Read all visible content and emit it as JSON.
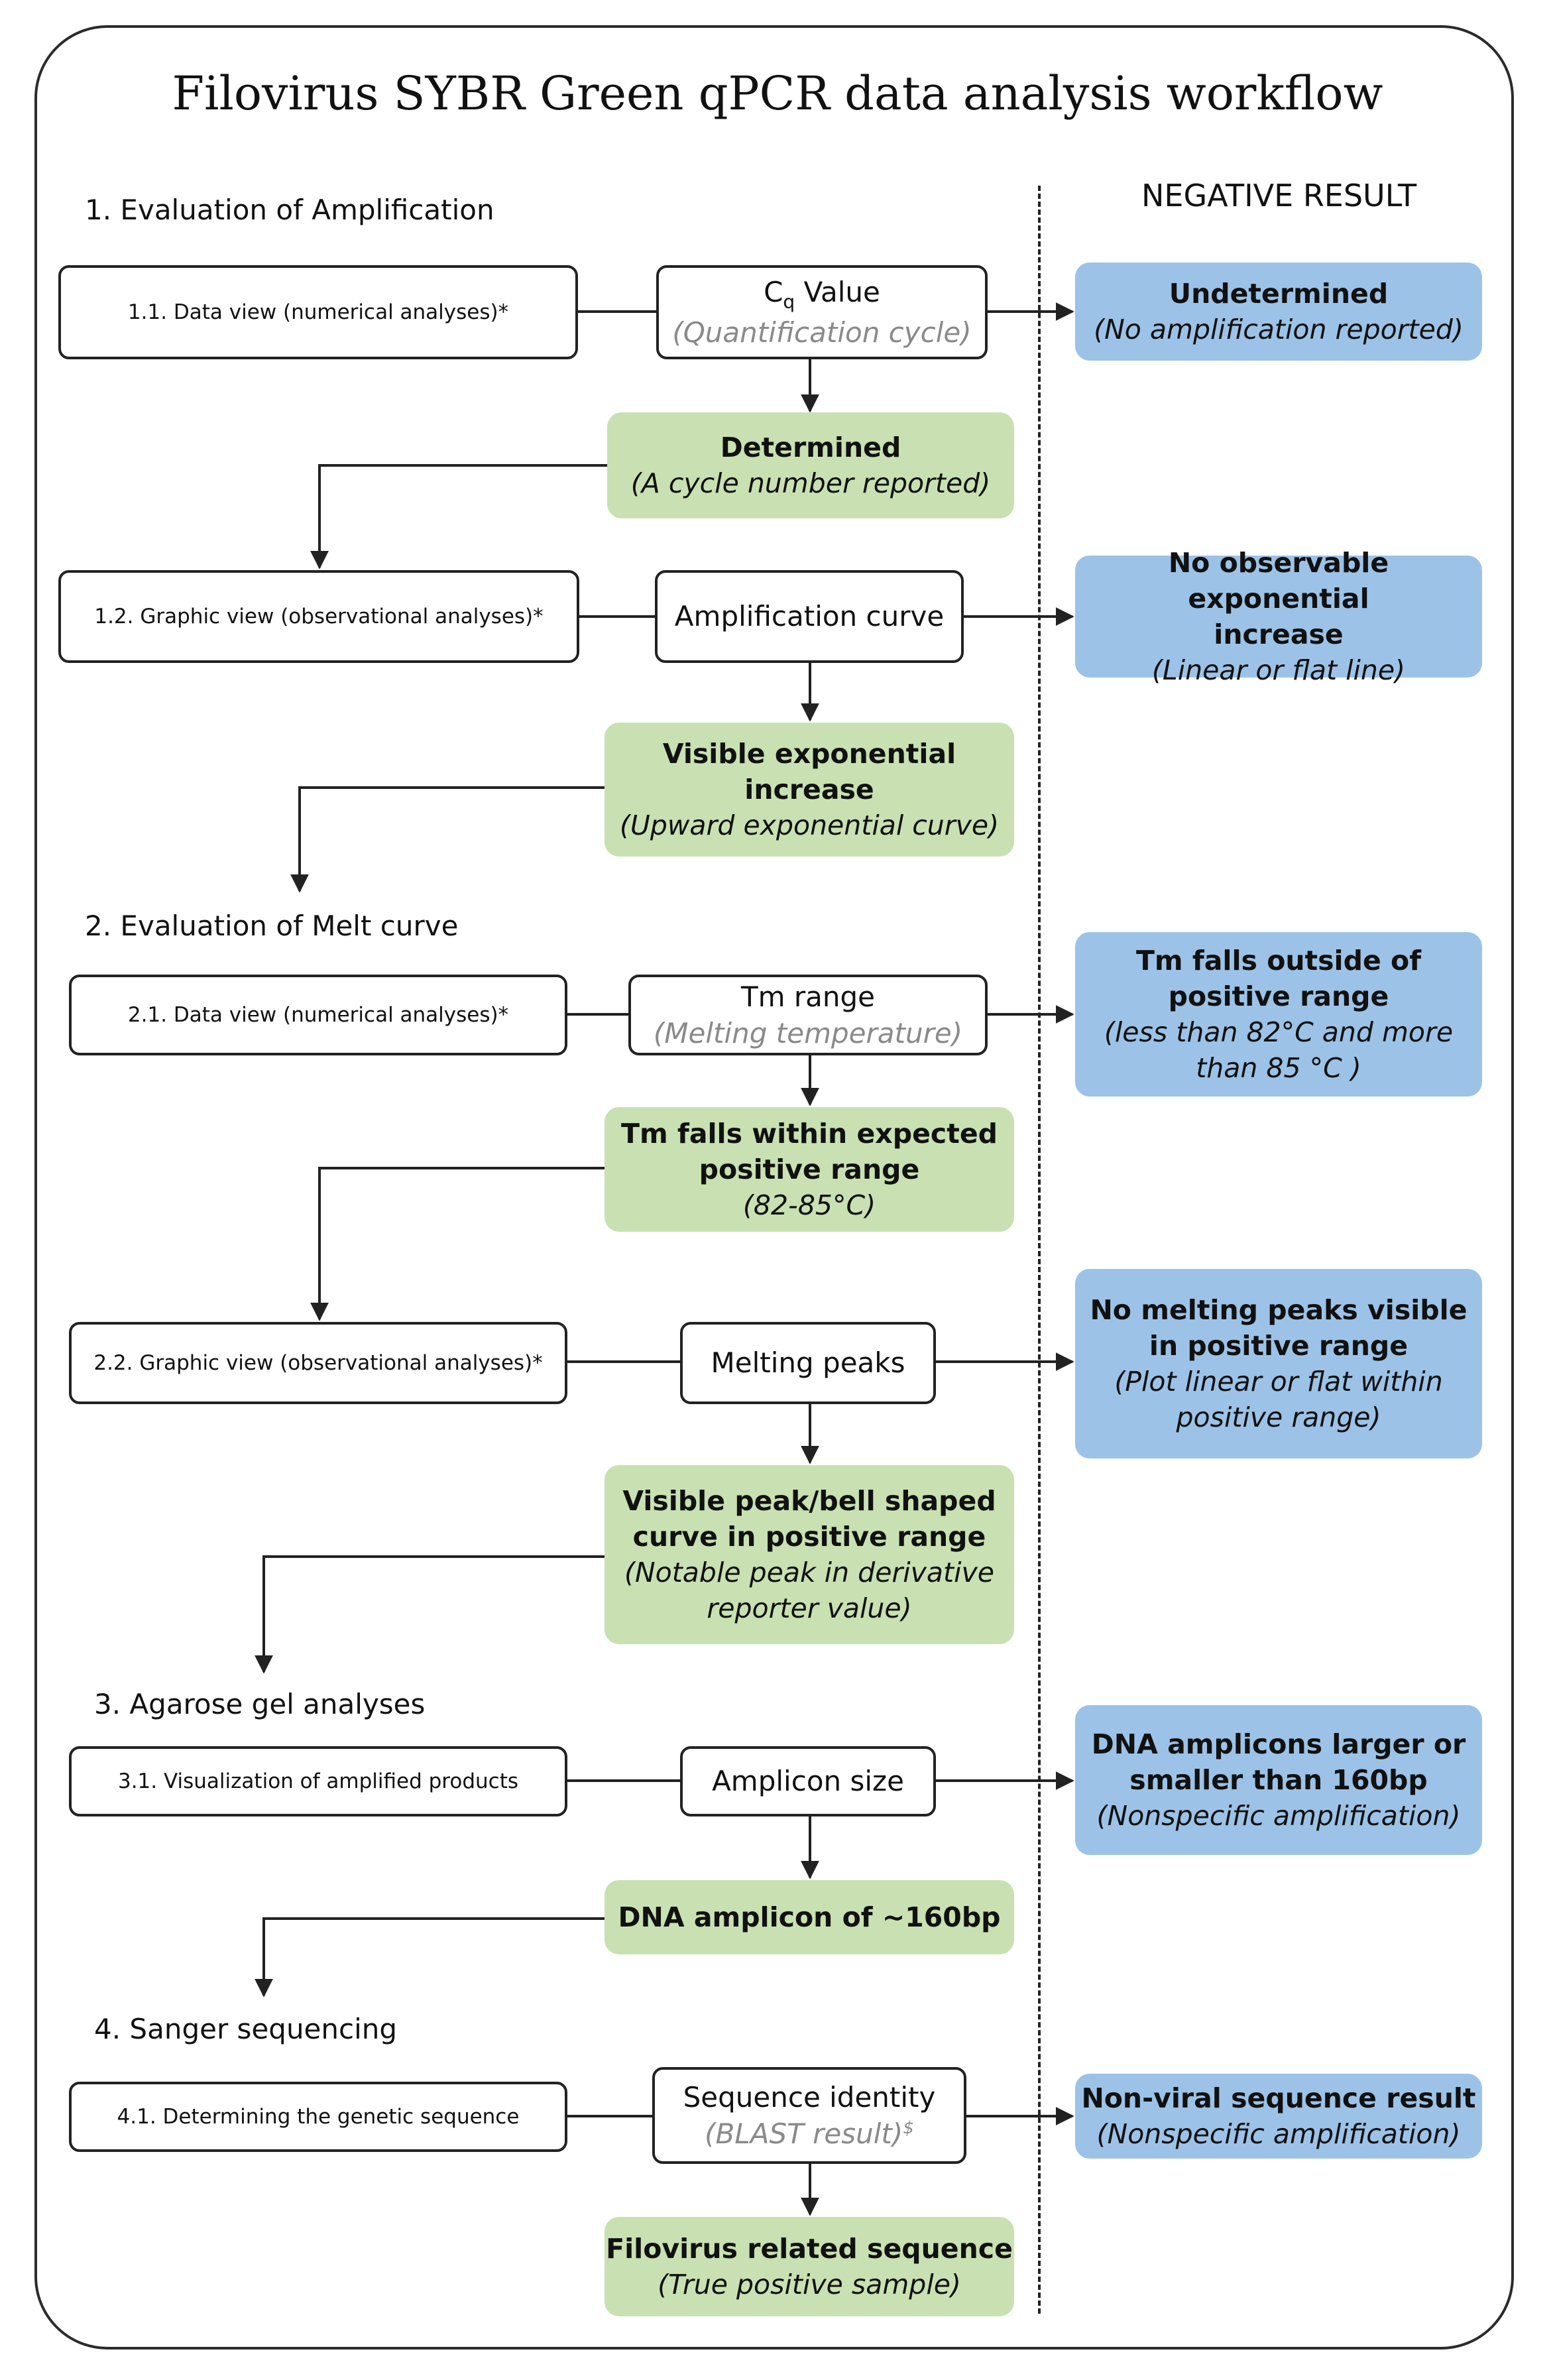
{
  "title": "Filovirus SYBR Green qPCR data analysis workflow",
  "negative_header": "NEGATIVE RESULT",
  "sections": {
    "s1": "1. Evaluation of Amplification",
    "s2": "2. Evaluation of Melt curve",
    "s3": "3. Agarose gel analyses",
    "s4": "4. Sanger sequencing"
  },
  "steps": {
    "s1_1": "1.1. Data view (numerical analyses)*",
    "s1_2": "1.2. Graphic view (observational analyses)*",
    "s2_1": "2.1. Data view (numerical analyses)*",
    "s2_2": "2.2. Graphic view (observational analyses)*",
    "s3_1": "3.1. Visualization of amplified products",
    "s4_1": "4.1. Determining the genetic sequence"
  },
  "checks": {
    "cq_main": "C",
    "cq_sub": "q",
    "cq_rest": " Value",
    "cq_sub2": "(Quantification cycle)",
    "amp_curve": "Amplification curve",
    "tm_range": "Tm range",
    "tm_sub": "(Melting temperature)",
    "melt_peaks": "Melting peaks",
    "amplicon_size": "Amplicon size",
    "seq_identity": "Sequence identity",
    "seq_sub": "(BLAST result)",
    "seq_sup": "$"
  },
  "positive": {
    "p1_l1": "Determined",
    "p1_l2": "(A cycle number reported)",
    "p2_l1": "Visible exponential",
    "p2_l2": "increase",
    "p2_l3": "(Upward exponential curve)",
    "p3_l1": "Tm falls within expected",
    "p3_l2": "positive range",
    "p3_l3": "(82-85°C)",
    "p4_l1": "Visible peak/bell shaped",
    "p4_l2": "curve in positive range",
    "p4_l3": "(Notable peak in derivative",
    "p4_l4": "reporter value)",
    "p5_l1": "DNA amplicon of ~160bp",
    "p6_l1": "Filovirus related sequence",
    "p6_l2": "(True positive sample)"
  },
  "negative": {
    "n1_l1": "Undetermined",
    "n1_l2": "(No amplification reported)",
    "n2_l1": "No observable exponential",
    "n2_l2": "increase",
    "n2_l3": "(Linear or flat line)",
    "n3_l1": "Tm falls outside of",
    "n3_l2": "positive range",
    "n3_l3": "(less than 82°C and more",
    "n3_l4": "than 85 °C )",
    "n4_l1": "No melting peaks visible",
    "n4_l2": "in positive range",
    "n4_l3": "(Plot linear or flat within",
    "n4_l4": "positive range)",
    "n5_l1": "DNA amplicons larger or",
    "n5_l2": "smaller than 160bp",
    "n5_l3": "(Nonspecific amplification)",
    "n6_l1": "Non-viral sequence result",
    "n6_l2": "(Nonspecific amplification)"
  },
  "colors": {
    "positive_fill": "#c9e1b2",
    "negative_fill": "#9cc3e7",
    "line": "#222222"
  }
}
